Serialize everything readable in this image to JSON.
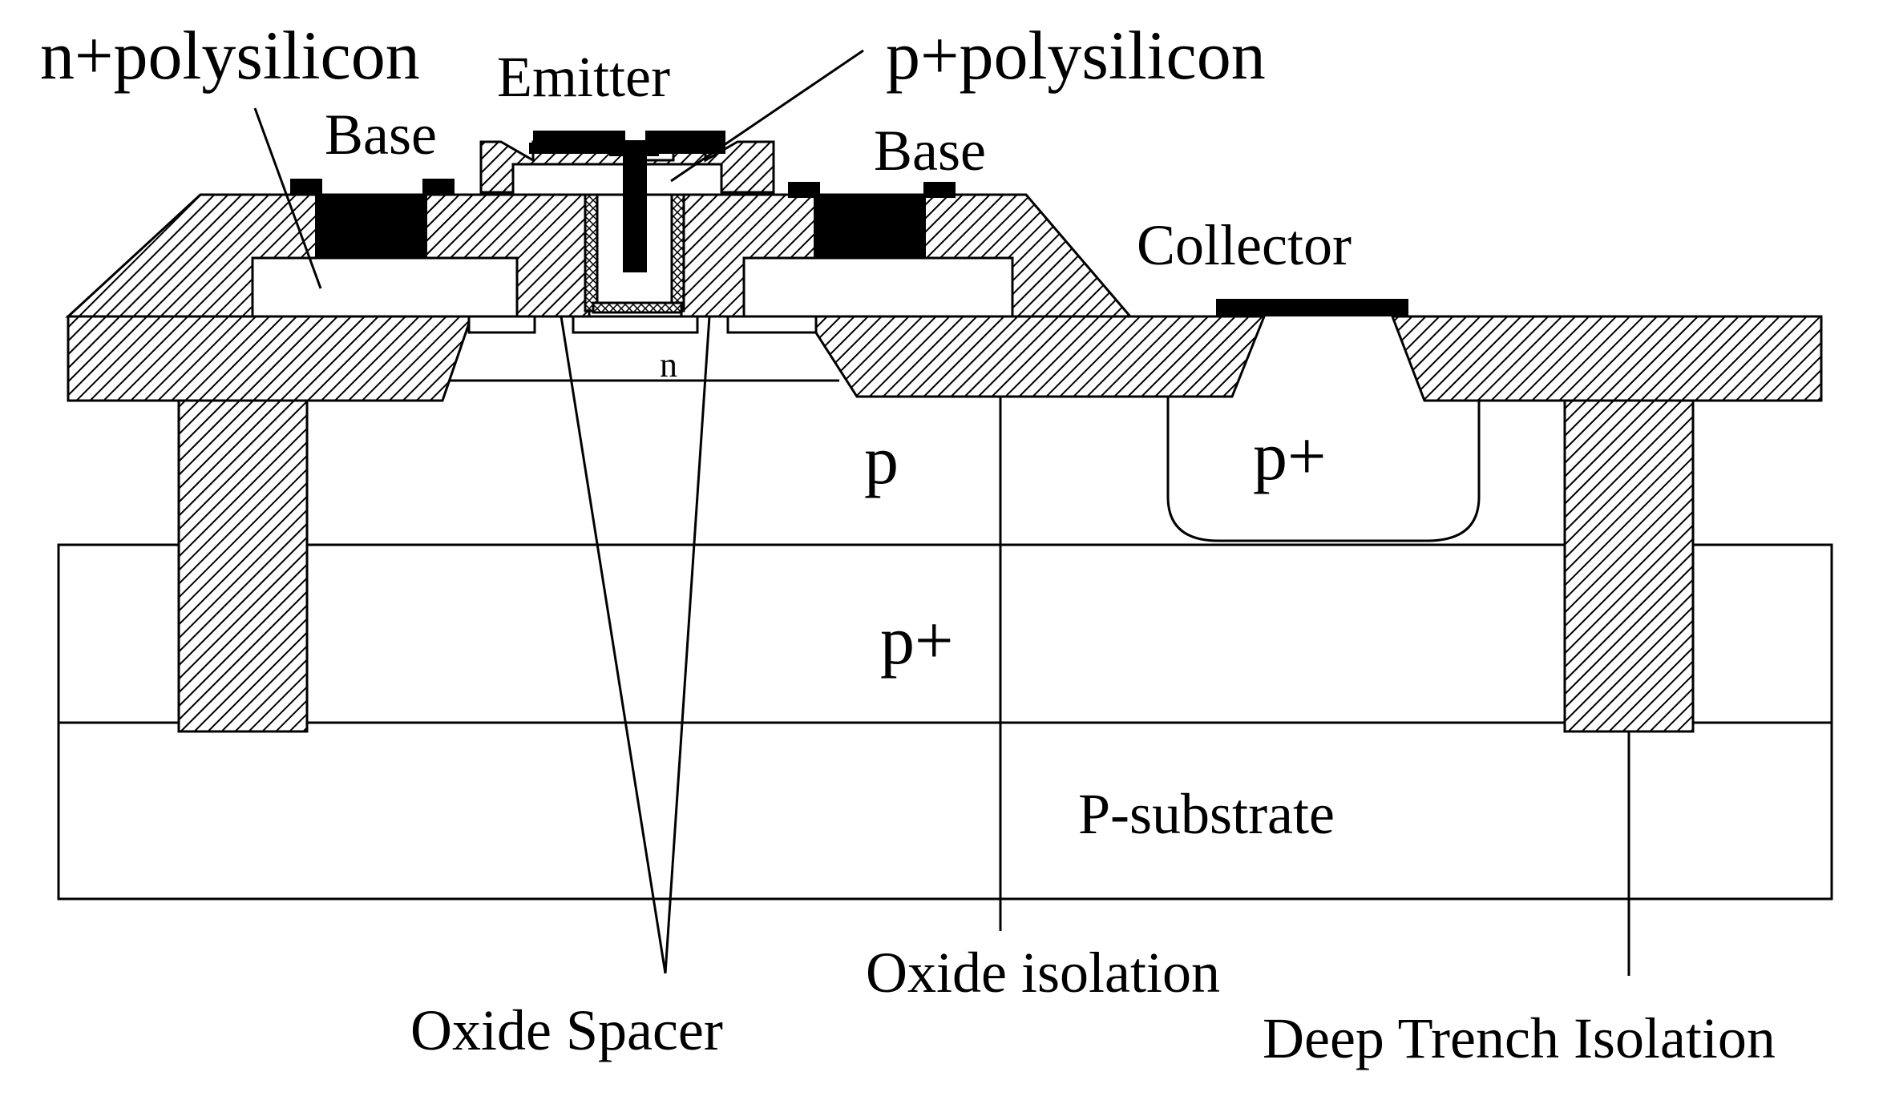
{
  "labels": {
    "n_poly": "n+polysilicon",
    "emitter": "Emitter",
    "p_poly": "p+polysilicon",
    "base_left": "Base",
    "base_right": "Base",
    "collector": "Collector",
    "n_region": "n",
    "p_region": "p",
    "p_plus_sinker": "p+",
    "p_plus_buried": "p+",
    "substrate": "P-substrate",
    "oxide_isolation": "Oxide isolation",
    "oxide_spacer": "Oxide Spacer",
    "deep_trench": "Deep Trench Isolation"
  },
  "colors": {
    "line": "#000000",
    "fill": "#ffffff",
    "contact": "#000000"
  }
}
